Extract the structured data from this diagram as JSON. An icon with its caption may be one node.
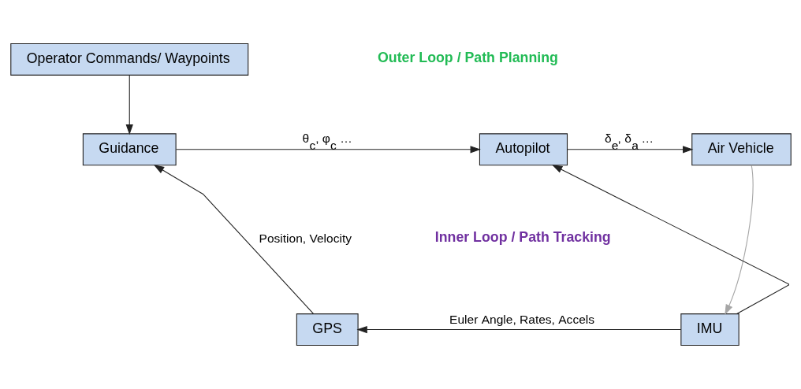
{
  "diagram": {
    "nodes": [
      {
        "text": [
          "Operator Commands/ Waypoints"
        ]
      },
      {
        "text": [
          "Guidance"
        ]
      },
      {
        "text": [
          "Autopilot"
        ]
      },
      {
        "text": [
          "Air Vehicle"
        ]
      },
      {
        "text": [
          "GPS"
        ]
      },
      {
        "text": [
          "IMU"
        ]
      }
    ],
    "edges": [
      {
        "from": 0,
        "to": 1,
        "arrow": "to"
      },
      {
        "from": 1,
        "to": 2,
        "arrow": "to",
        "label": "θ$_{c}$, φ$_{c}$ …"
      },
      {
        "from": 2,
        "to": 3,
        "arrow": "to",
        "label": "δ$_{e}$, δ$_{a}$ …"
      },
      {
        "from": 3,
        "to": 5,
        "arrow": "to",
        "color": "#a6a6a6"
      },
      {
        "from": 4,
        "to": 1,
        "arrow": "to",
        "label": "Position, Velocity"
      },
      {
        "from": 5,
        "to": 4,
        "arrow": "to",
        "label": "Euler Angle, Rates, Accels"
      },
      {
        "from": 5,
        "to": 2,
        "arrow": "to"
      }
    ],
    "labels": [
      "Outer Loop / Path Planning",
      "Inner Loop / Path Tracking"
    ]
  }
}
